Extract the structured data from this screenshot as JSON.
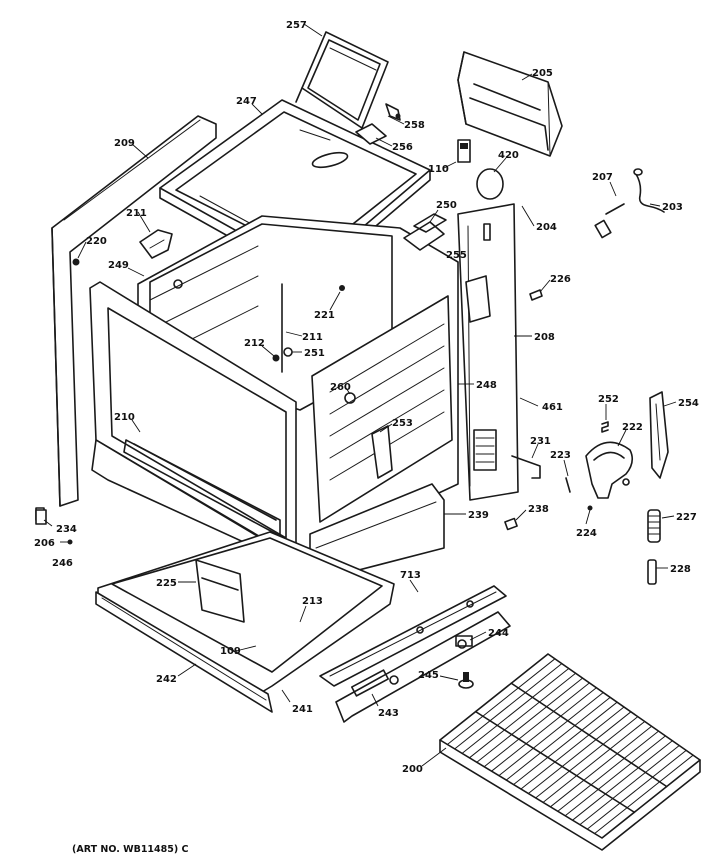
{
  "parts": {
    "p257": "257",
    "p247": "247",
    "p258": "258",
    "p256": "256",
    "p205": "205",
    "p209": "209",
    "p110": "110",
    "p420": "420",
    "p207": "207",
    "p203": "203",
    "p204": "204",
    "p250": "250",
    "p255": "255",
    "p211a": "211",
    "p220": "220",
    "p249": "249",
    "p226": "226",
    "p221": "221",
    "p211b": "211",
    "p208": "208",
    "p212": "212",
    "p251": "251",
    "p260": "260",
    "p248": "248",
    "p461": "461",
    "p252": "252",
    "p254": "254",
    "p210": "210",
    "p253": "253",
    "p231": "231",
    "p223": "223",
    "p222": "222",
    "p239": "239",
    "p238": "238",
    "p224": "224",
    "p227": "227",
    "p234": "234",
    "p206": "206",
    "p246": "246",
    "p225": "225",
    "p713": "713",
    "p228": "228",
    "p213": "213",
    "p244": "244",
    "p109": "109",
    "p245": "245",
    "p242": "242",
    "p241": "241",
    "p243": "243",
    "p200": "200"
  },
  "footer": {
    "art_number": "(ART NO. WB11485) C"
  }
}
